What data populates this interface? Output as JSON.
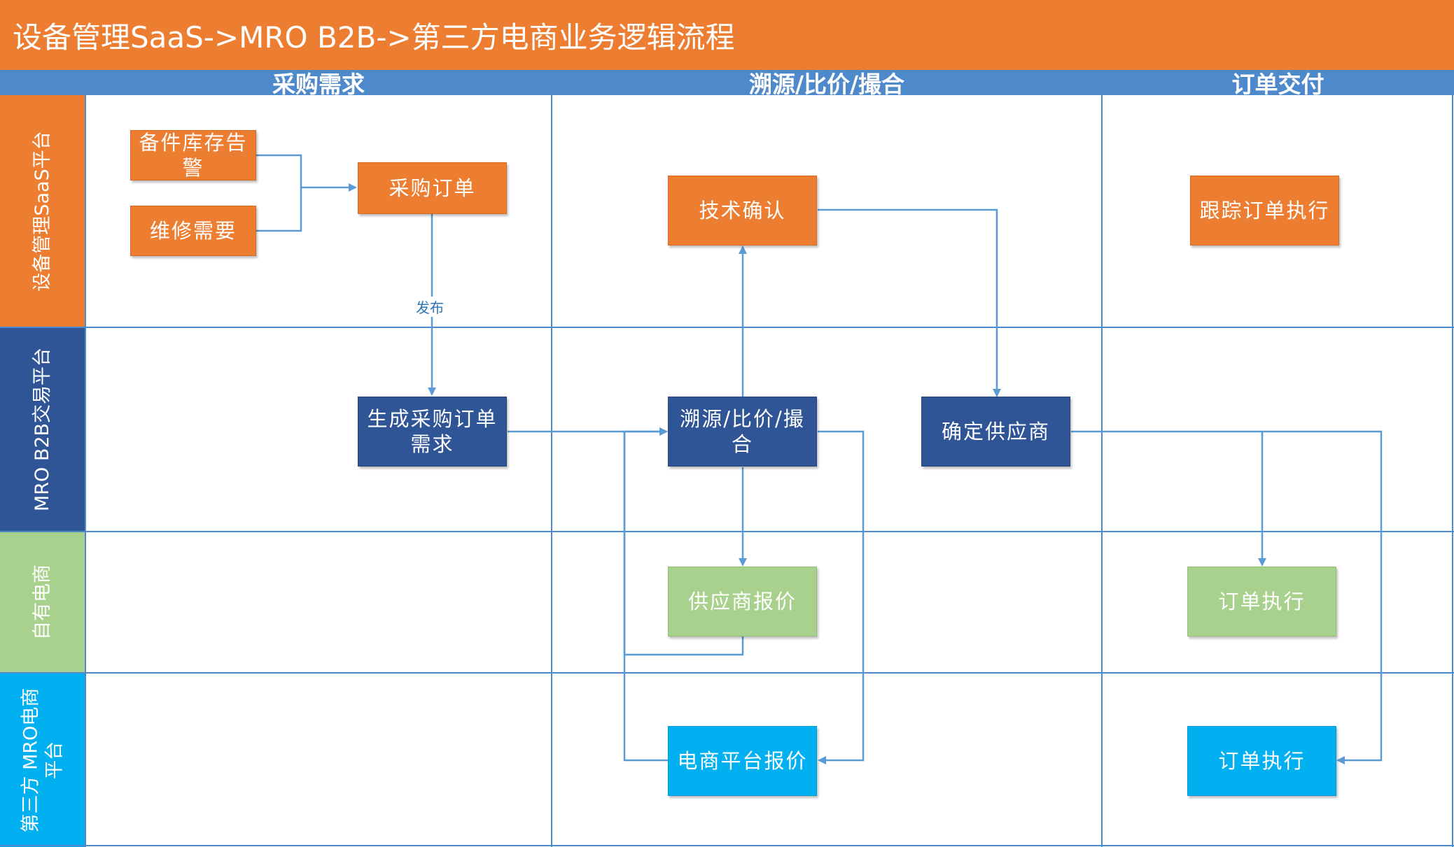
{
  "title": "设备管理SaaS->MRO B2B->第三方电商业务逻辑流程",
  "phases": [
    "采购需求",
    "溯源/比价/撮合",
    "订单交付"
  ],
  "lanes": [
    {
      "label": "设备管理SaaS平台",
      "color": "#ED7D31"
    },
    {
      "label": "MRO B2B交易平台",
      "color": "#2F5597"
    },
    {
      "label": "自有电商",
      "color": "#A9D18E"
    },
    {
      "label": "第三方 MRO电商平台",
      "color": "#00B0F0"
    }
  ],
  "nodes": {
    "inventory_alert": "备件库存告警",
    "repair_demand": "维修需要",
    "purchase_order": "采购订单",
    "tech_confirm": "技术确认",
    "track_order": "跟踪订单执行",
    "generate_demand": "生成采购订单需求",
    "sourcing": "溯源/比价/撮合",
    "confirm_supplier": "确定供应商",
    "supplier_quote": "供应商报价",
    "order_exec_own": "订单执行",
    "platform_quote": "电商平台报价",
    "order_exec_third": "订单执行"
  },
  "edge_labels": {
    "publish": "发布"
  },
  "colors": {
    "line": "#5B9BD5",
    "grid": "#4E8ACB",
    "title_bg": "#ED7D31",
    "header_bg": "#4E8ACB"
  }
}
